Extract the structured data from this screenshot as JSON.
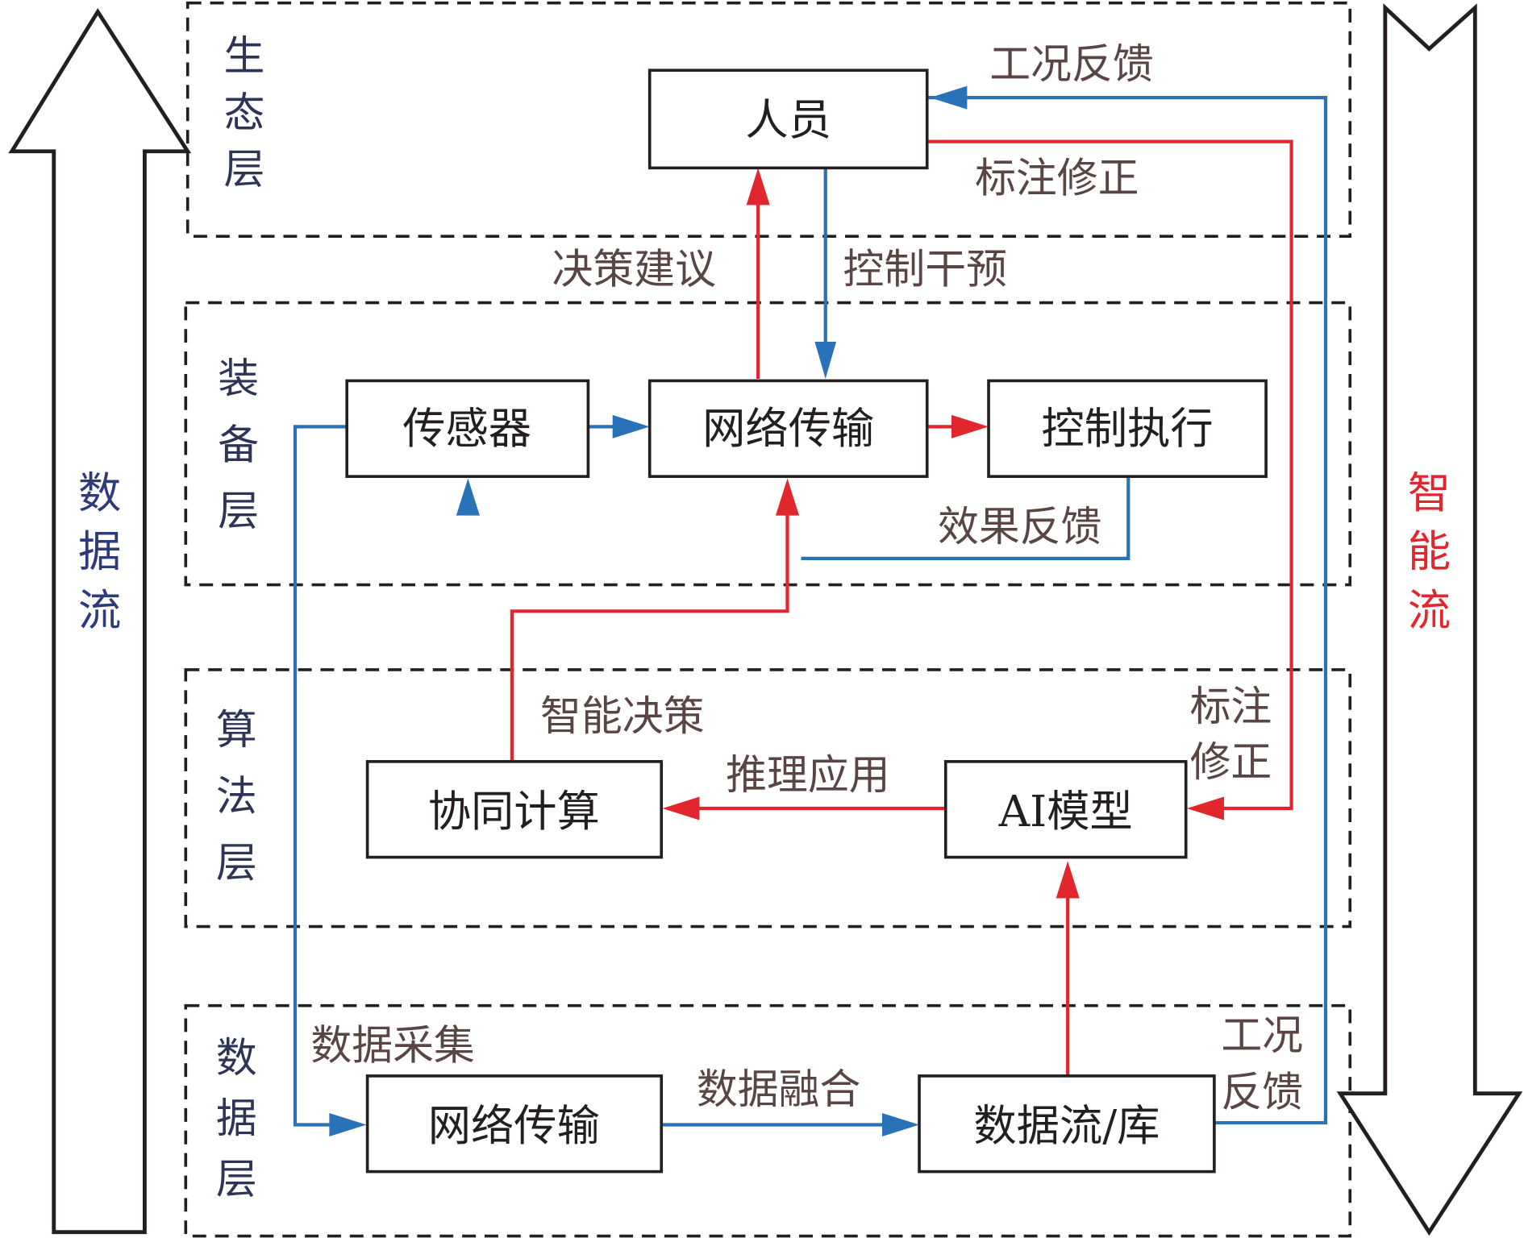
{
  "side_arrows": {
    "left": {
      "label_chars": [
        "数",
        "据",
        "流"
      ],
      "direction": "up",
      "color": "#2e3b7a"
    },
    "right": {
      "label_chars": [
        "智",
        "能",
        "流"
      ],
      "direction": "down",
      "color": "#e1262d"
    }
  },
  "layers": [
    {
      "id": "ecology",
      "chars": [
        "生",
        "态",
        "层"
      ]
    },
    {
      "id": "equipment",
      "chars": [
        "装",
        "备",
        "层"
      ]
    },
    {
      "id": "algorithm",
      "chars": [
        "算",
        "法",
        "层"
      ]
    },
    {
      "id": "data",
      "chars": [
        "数",
        "据",
        "层"
      ]
    }
  ],
  "nodes": {
    "personnel": "人员",
    "sensor": "传感器",
    "network_top": "网络传输",
    "control_exec": "控制执行",
    "collab_compute": "协同计算",
    "ai_model": "AI模型",
    "network_bottom": "网络传输",
    "datastream": "数据流/库"
  },
  "edge_labels": {
    "work_feedback_top": "工况反馈",
    "annotation_fix_top": "标注修正",
    "decision_advice": "决策建议",
    "control_intervene": "控制干预",
    "effect_feedback": "效果反馈",
    "smart_decision": "智能决策",
    "inference_apply": "推理应用",
    "annotation_fix_l1": "标注",
    "annotation_fix_l2": "修正",
    "data_collect": "数据采集",
    "data_fusion": "数据融合",
    "work_feedback_l1": "工况",
    "work_feedback_l2": "反馈"
  },
  "colors": {
    "data_flow": "#2a72b8",
    "intelligence_flow": "#e1262d"
  }
}
